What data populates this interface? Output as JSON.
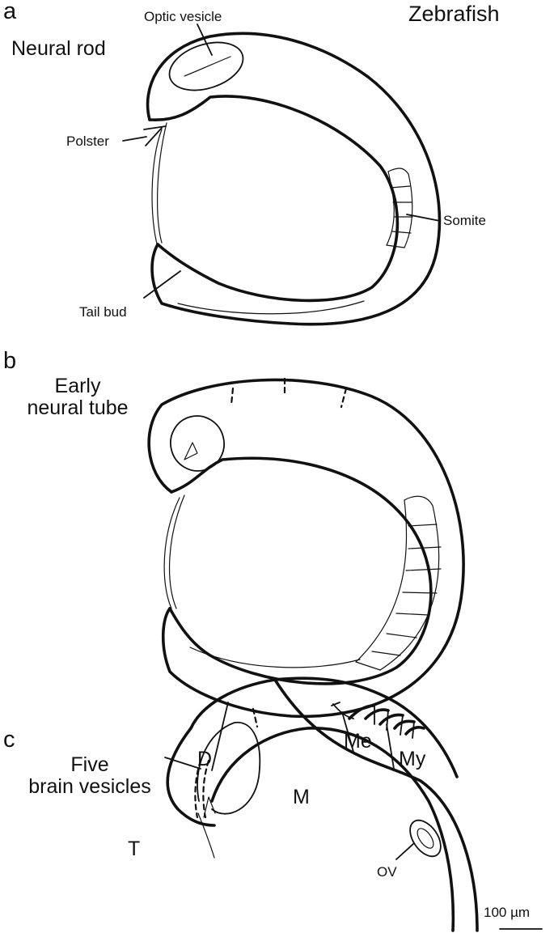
{
  "title": "Zebrafish",
  "panels": {
    "a": {
      "letter": "a",
      "stage": "Neural rod",
      "labels": {
        "optic_vesicle": "Optic vesicle",
        "polster": "Polster",
        "somite": "Somite",
        "tail_bud": "Tail bud"
      }
    },
    "b": {
      "letter": "b",
      "stage_line1": "Early",
      "stage_line2": "neural tube"
    },
    "c": {
      "letter": "c",
      "stage_line1": "Five",
      "stage_line2": "brain vesicles",
      "labels": {
        "d": "D",
        "me": "Me",
        "my": "My",
        "m": "M",
        "t": "T",
        "ov": "OV"
      }
    }
  },
  "scale_bar": "100 µm"
}
